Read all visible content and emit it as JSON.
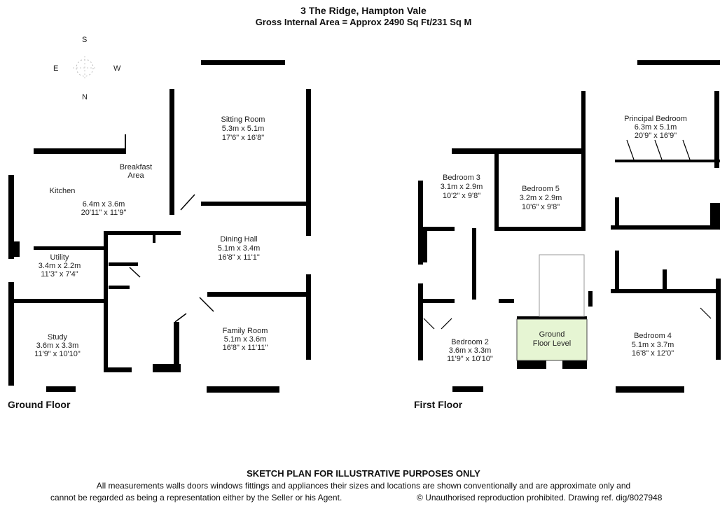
{
  "header": {
    "title": "3 The Ridge, Hampton Vale",
    "subtitle": "Gross Internal Area = Approx 2490 Sq Ft/231 Sq M"
  },
  "compass": {
    "north": "N",
    "south": "S",
    "east": "E",
    "west": "W"
  },
  "ground_floor": {
    "label": "Ground Floor",
    "rooms": [
      {
        "name": "Sitting Room",
        "metric": "5.3m x 5.1m",
        "imperial": "17'6\" x 16'8\""
      },
      {
        "name": "Breakfast",
        "name2": "Area"
      },
      {
        "name": "Kitchen",
        "metric": "6.4m x 3.6m",
        "imperial": "20'11\" x 11'9\""
      },
      {
        "name": "Dining Hall",
        "metric": "5.1m x 3.4m",
        "imperial": "16'8\" x 11'1\""
      },
      {
        "name": "Utility",
        "metric": "3.4m x 2.2m",
        "imperial": "11'3\" x 7'4\""
      },
      {
        "name": "Study",
        "metric": "3.6m x 3.3m",
        "imperial": "11'9\" x 10'10\""
      },
      {
        "name": "Family Room",
        "metric": "5.1m x 3.6m",
        "imperial": "16'8\" x 11'11\""
      }
    ]
  },
  "first_floor": {
    "label": "First Floor",
    "rooms": [
      {
        "name": "Principal Bedroom",
        "metric": "6.3m x 5.1m",
        "imperial": "20'9\" x 16'9\""
      },
      {
        "name": "Bedroom 3",
        "metric": "3.1m x 2.9m",
        "imperial": "10'2\" x 9'8\""
      },
      {
        "name": "Bedroom 5",
        "metric": "3.2m x 2.9m",
        "imperial": "10'6\" x 9'8\""
      },
      {
        "name": "Bedroom 2",
        "metric": "3.6m x 3.3m",
        "imperial": "11'9\" x 10'10\""
      },
      {
        "name": "Bedroom 4",
        "metric": "5.1m x 3.7m",
        "imperial": "16'8\" x 12'0\""
      },
      {
        "name": "Ground",
        "name2": "Floor Level"
      }
    ],
    "highlight_color": "#e6f5d3"
  },
  "footer": {
    "title": "SKETCH PLAN FOR ILLUSTRATIVE PURPOSES ONLY",
    "line1": "All measurements walls doors windows fittings and appliances their sizes and locations are shown conventionally and are approximate only and",
    "line2": "cannot be regarded as being a representation either by the Seller or his Agent.",
    "copyright": "©  Unauthorised reproduction prohibited. Drawing ref. dig/8027948"
  }
}
